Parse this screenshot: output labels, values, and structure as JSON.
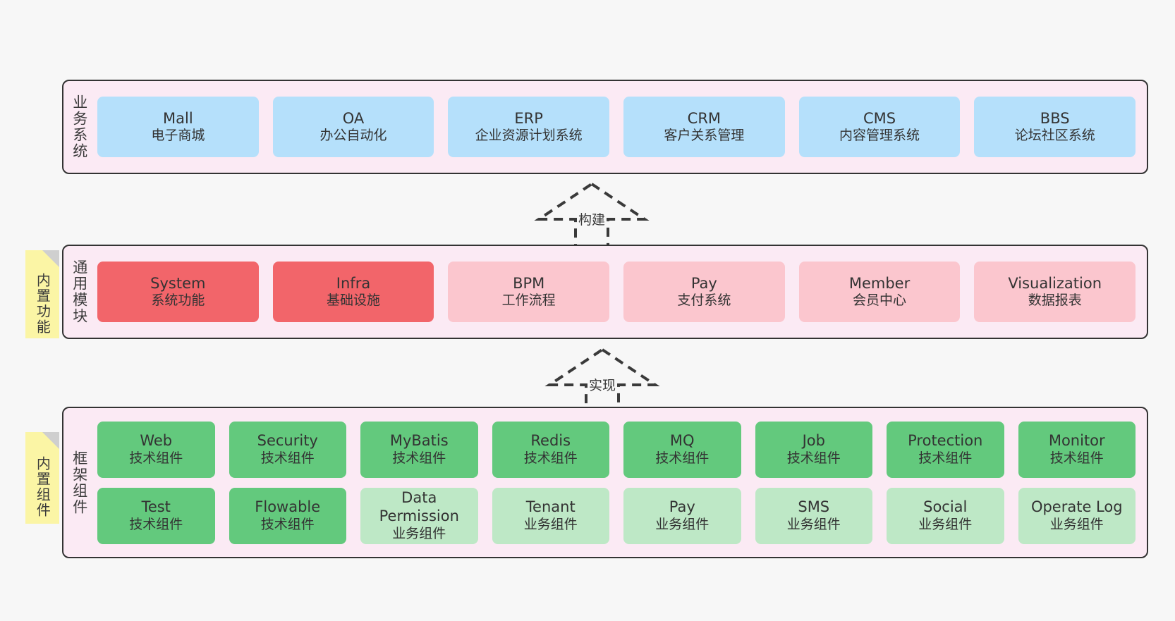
{
  "diagram": {
    "background_color": "#f7f7f7",
    "band_color": "#fbeaf4",
    "note_color": "#fbf5a5"
  },
  "layers": [
    {
      "id": "business",
      "side_label": "业务系统",
      "note": null,
      "rows": [
        {
          "style": "blue",
          "cards": [
            {
              "title": "Mall",
              "subtitle": "电子商城"
            },
            {
              "title": "OA",
              "subtitle": "办公自动化"
            },
            {
              "title": "ERP",
              "subtitle": "企业资源计划系统"
            },
            {
              "title": "CRM",
              "subtitle": "客户关系管理"
            },
            {
              "title": "CMS",
              "subtitle": "内容管理系统"
            },
            {
              "title": "BBS",
              "subtitle": "论坛社区系统"
            }
          ]
        }
      ]
    },
    {
      "id": "common-modules",
      "side_label": "通用模块",
      "note": "内置功能",
      "rows": [
        {
          "style": "mixed",
          "cards": [
            {
              "title": "System",
              "subtitle": "系统功能",
              "style": "red"
            },
            {
              "title": "Infra",
              "subtitle": "基础设施",
              "style": "red"
            },
            {
              "title": "BPM",
              "subtitle": "工作流程",
              "style": "pink"
            },
            {
              "title": "Pay",
              "subtitle": "支付系统",
              "style": "pink"
            },
            {
              "title": "Member",
              "subtitle": "会员中心",
              "style": "pink"
            },
            {
              "title": "Visualization",
              "subtitle": "数据报表",
              "style": "pink"
            }
          ]
        }
      ]
    },
    {
      "id": "framework-components",
      "side_label": "框架组件",
      "note": "内置组件",
      "rows": [
        {
          "style": "mixed",
          "cards": [
            {
              "title": "Web",
              "subtitle": "技术组件",
              "style": "green"
            },
            {
              "title": "Security",
              "subtitle": "技术组件",
              "style": "green"
            },
            {
              "title": "MyBatis",
              "subtitle": "技术组件",
              "style": "green"
            },
            {
              "title": "Redis",
              "subtitle": "技术组件",
              "style": "green"
            },
            {
              "title": "MQ",
              "subtitle": "技术组件",
              "style": "green"
            },
            {
              "title": "Job",
              "subtitle": "技术组件",
              "style": "green"
            },
            {
              "title": "Protection",
              "subtitle": "技术组件",
              "style": "green"
            },
            {
              "title": "Monitor",
              "subtitle": "技术组件",
              "style": "green"
            }
          ]
        },
        {
          "style": "mixed",
          "cards": [
            {
              "title": "Test",
              "subtitle": "技术组件",
              "style": "green"
            },
            {
              "title": "Flowable",
              "subtitle": "技术组件",
              "style": "green"
            },
            {
              "title": "Data Permission",
              "subtitle": "业务组件",
              "style": "lightgreen"
            },
            {
              "title": "Tenant",
              "subtitle": "业务组件",
              "style": "lightgreen"
            },
            {
              "title": "Pay",
              "subtitle": "业务组件",
              "style": "lightgreen"
            },
            {
              "title": "SMS",
              "subtitle": "业务组件",
              "style": "lightgreen"
            },
            {
              "title": "Social",
              "subtitle": "业务组件",
              "style": "lightgreen"
            },
            {
              "title": "Operate Log",
              "subtitle": "业务组件",
              "style": "lightgreen"
            }
          ]
        }
      ]
    }
  ],
  "connectors": [
    {
      "id": "build",
      "label": "构建"
    },
    {
      "id": "implement",
      "label": "实现"
    }
  ]
}
